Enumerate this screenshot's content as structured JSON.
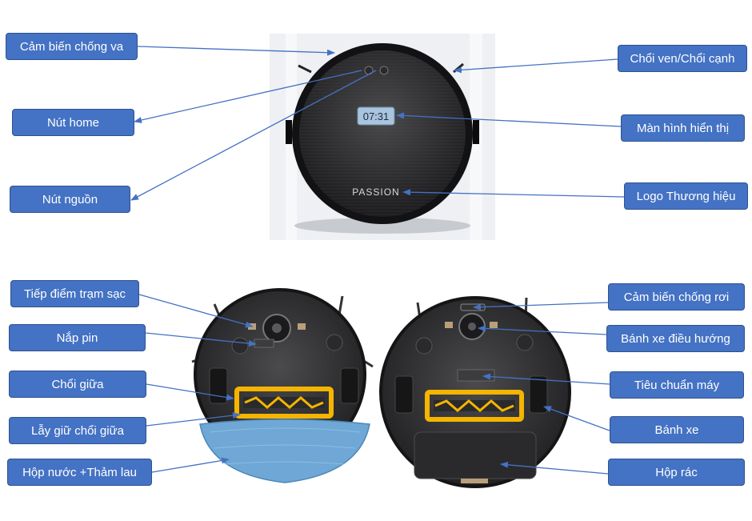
{
  "robot_top": {
    "display_time": "07:31",
    "brand_logo": "PASSION"
  },
  "labels": {
    "bumper_sensor": "Cảm biến chống va",
    "home_button": "Nút home",
    "power_button": "Nút nguồn",
    "side_brush": "Chổi ven/Chổi cạnh",
    "display_screen": "Màn hình hiển thị",
    "brand_logo": "Logo Thương hiệu",
    "charging_contacts": "Tiếp điểm trạm sạc",
    "battery_cover": "Nắp pin",
    "main_brush": "Chổi giữa",
    "main_brush_latch": "Lẫy giữ chổi giữa",
    "water_tank_mop": "Hộp nước +Thảm lau",
    "cliff_sensor": "Cảm biến chống rơi",
    "steering_wheel": "Bánh xe điều hướng",
    "spec_label": "Tiêu chuẩn máy",
    "wheel": "Bánh xe",
    "dust_bin": "Hộp rác"
  },
  "colors": {
    "label_fill": "#4472C4",
    "label_border": "#2F528F",
    "arrow": "#4472C4",
    "brush_frame": "#F5B400",
    "mop": "#6FA8D6"
  }
}
